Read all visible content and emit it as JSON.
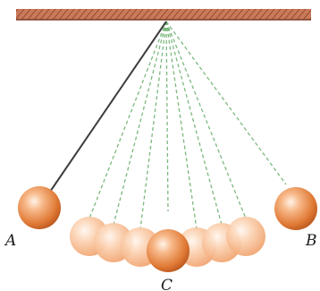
{
  "diagram": {
    "labels": {
      "left_extreme": "A",
      "right_extreme": "B",
      "lowest_point": "C"
    },
    "colors": {
      "ceiling": "#b8664a",
      "ceiling_hatch": "#7a3a22",
      "string": "#3a3a3a",
      "ghost_string": "#7cb87e",
      "bob_light": "#ffe8d6",
      "bob_mid": "#f4a46e",
      "bob_dark": "#cf6a2c"
    },
    "swing_positions": 9
  }
}
